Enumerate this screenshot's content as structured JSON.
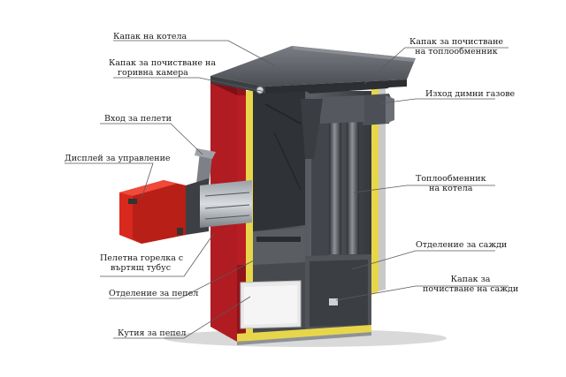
{
  "labels": {
    "boiler_lid": "Капак на котела",
    "combustion_cleaning_lid_1": "Капак за почистване на",
    "combustion_cleaning_lid_2": "горивна камера",
    "pellet_inlet": "Вход за пелети",
    "control_display": "Дисплей за управление",
    "pellet_burner_1": "Пелетна горелка с",
    "pellet_burner_2": "въртящ тубус",
    "ash_compartment": "Отделение за пепел",
    "ash_box": "Кутия за пепел",
    "exchanger_cleaning_lid_1": "Капак за почистване",
    "exchanger_cleaning_lid_2": "на топлообменник",
    "flue_gas_outlet": "Изход димни газове",
    "heat_exchanger_1": "Топлообменник",
    "heat_exchanger_2": "на котела",
    "soot_compartment": "Отделение за сажди",
    "soot_cleaning_lid_1": "Капак за",
    "soot_cleaning_lid_2": "почистване на сажди"
  },
  "colors": {
    "red_wall": "#b01c22",
    "red_dark": "#7e1015",
    "steel_dark": "#3f4248",
    "steel_mid": "#62666c",
    "steel_light": "#9a9ea3",
    "insulation": "#e7d64a",
    "burner_red": "#d8291e"
  }
}
